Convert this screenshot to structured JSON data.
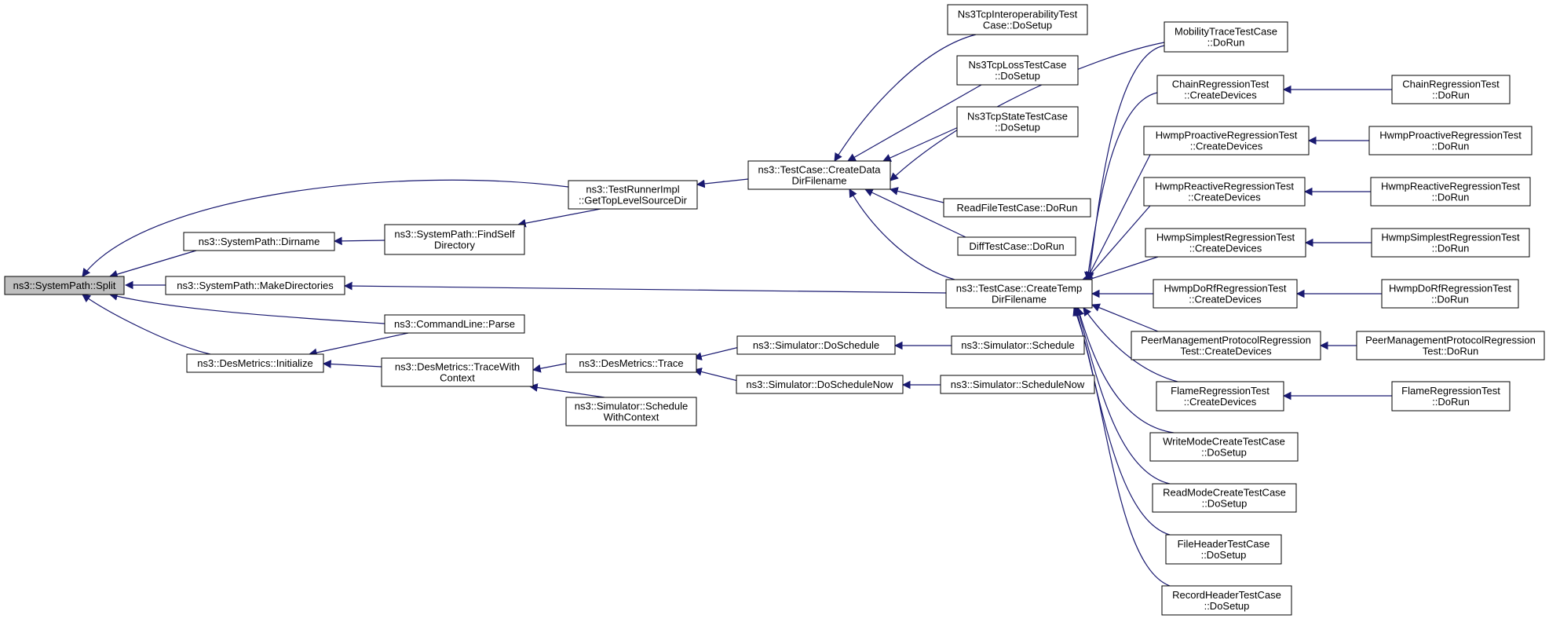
{
  "graph": {
    "colors": {
      "edge": "#191970",
      "root_fill": "#bfbfbf",
      "node_fill": "#ffffff",
      "node_border": "#000000"
    },
    "nodes": [
      {
        "id": "split",
        "lines": [
          "ns3::SystemPath::Split"
        ],
        "root": true
      },
      {
        "id": "dirname",
        "lines": [
          "ns3::SystemPath::Dirname"
        ]
      },
      {
        "id": "makedirs",
        "lines": [
          "ns3::SystemPath::MakeDirectories"
        ]
      },
      {
        "id": "desinit",
        "lines": [
          "ns3::DesMetrics::Initialize"
        ]
      },
      {
        "id": "gettop",
        "lines": [
          "ns3::TestRunnerImpl",
          "::GetTopLevelSourceDir"
        ]
      },
      {
        "id": "findself",
        "lines": [
          "ns3::SystemPath::FindSelf",
          "Directory"
        ]
      },
      {
        "id": "cmdparse",
        "lines": [
          "ns3::CommandLine::Parse"
        ]
      },
      {
        "id": "tracewith",
        "lines": [
          "ns3::DesMetrics::TraceWith",
          "Context"
        ]
      },
      {
        "id": "createdata",
        "lines": [
          "ns3::TestCase::CreateData",
          "DirFilename"
        ]
      },
      {
        "id": "destrace",
        "lines": [
          "ns3::DesMetrics::Trace"
        ]
      },
      {
        "id": "schedwith",
        "lines": [
          "ns3::Simulator::Schedule",
          "WithContext"
        ]
      },
      {
        "id": "interop",
        "lines": [
          "Ns3TcpInteroperabilityTest",
          "Case::DoSetup"
        ]
      },
      {
        "id": "losstest",
        "lines": [
          "Ns3TcpLossTestCase",
          "::DoSetup"
        ]
      },
      {
        "id": "statetest",
        "lines": [
          "Ns3TcpStateTestCase",
          "::DoSetup"
        ]
      },
      {
        "id": "readfile",
        "lines": [
          "ReadFileTestCase::DoRun"
        ]
      },
      {
        "id": "difftest",
        "lines": [
          "DiffTestCase::DoRun"
        ]
      },
      {
        "id": "createtemp",
        "lines": [
          "ns3::TestCase::CreateTemp",
          "DirFilename"
        ]
      },
      {
        "id": "doschedule",
        "lines": [
          "ns3::Simulator::DoSchedule"
        ]
      },
      {
        "id": "doschednow",
        "lines": [
          "ns3::Simulator::DoScheduleNow"
        ]
      },
      {
        "id": "schedule",
        "lines": [
          "ns3::Simulator::Schedule"
        ]
      },
      {
        "id": "schednow",
        "lines": [
          "ns3::Simulator::ScheduleNow"
        ]
      },
      {
        "id": "mobility",
        "lines": [
          "MobilityTraceTestCase",
          "::DoRun"
        ]
      },
      {
        "id": "chaincd",
        "lines": [
          "ChainRegressionTest",
          "::CreateDevices"
        ]
      },
      {
        "id": "hwproactcd",
        "lines": [
          "HwmpProactiveRegressionTest",
          "::CreateDevices"
        ]
      },
      {
        "id": "hwreactcd",
        "lines": [
          "HwmpReactiveRegressionTest",
          "::CreateDevices"
        ]
      },
      {
        "id": "hwsimpcd",
        "lines": [
          "HwmpSimplestRegressionTest",
          "::CreateDevices"
        ]
      },
      {
        "id": "hwdorfcd",
        "lines": [
          "HwmpDoRfRegressionTest",
          "::CreateDevices"
        ]
      },
      {
        "id": "peercd",
        "lines": [
          "PeerManagementProtocolRegression",
          "Test::CreateDevices"
        ]
      },
      {
        "id": "flamecd",
        "lines": [
          "FlameRegressionTest",
          "::CreateDevices"
        ]
      },
      {
        "id": "writemode",
        "lines": [
          "WriteModeCreateTestCase",
          "::DoSetup"
        ]
      },
      {
        "id": "readmode",
        "lines": [
          "ReadModeCreateTestCase",
          "::DoSetup"
        ]
      },
      {
        "id": "fileheader",
        "lines": [
          "FileHeaderTestCase",
          "::DoSetup"
        ]
      },
      {
        "id": "recordheader",
        "lines": [
          "RecordHeaderTestCase",
          "::DoSetup"
        ]
      },
      {
        "id": "chainrun",
        "lines": [
          "ChainRegressionTest",
          "::DoRun"
        ]
      },
      {
        "id": "hwproactrun",
        "lines": [
          "HwmpProactiveRegressionTest",
          "::DoRun"
        ]
      },
      {
        "id": "hwreactrun",
        "lines": [
          "HwmpReactiveRegressionTest",
          "::DoRun"
        ]
      },
      {
        "id": "hwsimprun",
        "lines": [
          "HwmpSimplestRegressionTest",
          "::DoRun"
        ]
      },
      {
        "id": "hwdorfrun",
        "lines": [
          "HwmpDoRfRegressionTest",
          "::DoRun"
        ]
      },
      {
        "id": "peerrun",
        "lines": [
          "PeerManagementProtocolRegression",
          "Test::DoRun"
        ]
      },
      {
        "id": "flamerun",
        "lines": [
          "FlameRegressionTest",
          "::DoRun"
        ]
      }
    ],
    "edges": [
      {
        "from": "dirname",
        "to": "split"
      },
      {
        "from": "makedirs",
        "to": "split"
      },
      {
        "from": "desinit",
        "to": "split"
      },
      {
        "from": "gettop",
        "to": "split"
      },
      {
        "from": "cmdparse",
        "to": "split"
      },
      {
        "from": "findself",
        "to": "dirname"
      },
      {
        "from": "gettop",
        "to": "findself"
      },
      {
        "from": "createdata",
        "to": "gettop"
      },
      {
        "from": "createtemp",
        "to": "makedirs"
      },
      {
        "from": "cmdparse",
        "to": "desinit"
      },
      {
        "from": "tracewith",
        "to": "desinit"
      },
      {
        "from": "destrace",
        "to": "tracewith"
      },
      {
        "from": "schedwith",
        "to": "tracewith"
      },
      {
        "from": "doschedule",
        "to": "destrace"
      },
      {
        "from": "doschednow",
        "to": "destrace"
      },
      {
        "from": "schedule",
        "to": "doschedule"
      },
      {
        "from": "schednow",
        "to": "doschednow"
      },
      {
        "from": "interop",
        "to": "createdata"
      },
      {
        "from": "losstest",
        "to": "createdata"
      },
      {
        "from": "statetest",
        "to": "createdata"
      },
      {
        "from": "readfile",
        "to": "createdata"
      },
      {
        "from": "difftest",
        "to": "createdata"
      },
      {
        "from": "createtemp",
        "to": "createdata"
      },
      {
        "from": "mobility",
        "to": "createdata"
      },
      {
        "from": "mobility",
        "to": "createtemp"
      },
      {
        "from": "chaincd",
        "to": "createtemp"
      },
      {
        "from": "hwproactcd",
        "to": "createtemp"
      },
      {
        "from": "hwreactcd",
        "to": "createtemp"
      },
      {
        "from": "hwsimpcd",
        "to": "createtemp"
      },
      {
        "from": "hwdorfcd",
        "to": "createtemp"
      },
      {
        "from": "peercd",
        "to": "createtemp"
      },
      {
        "from": "flamecd",
        "to": "createtemp"
      },
      {
        "from": "writemode",
        "to": "createtemp"
      },
      {
        "from": "readmode",
        "to": "createtemp"
      },
      {
        "from": "fileheader",
        "to": "createtemp"
      },
      {
        "from": "recordheader",
        "to": "createtemp"
      },
      {
        "from": "chainrun",
        "to": "chaincd"
      },
      {
        "from": "hwproactrun",
        "to": "hwproactcd"
      },
      {
        "from": "hwreactrun",
        "to": "hwreactcd"
      },
      {
        "from": "hwsimprun",
        "to": "hwsimpcd"
      },
      {
        "from": "hwdorfrun",
        "to": "hwdorfcd"
      },
      {
        "from": "peerrun",
        "to": "peercd"
      },
      {
        "from": "flamerun",
        "to": "flamecd"
      }
    ]
  }
}
